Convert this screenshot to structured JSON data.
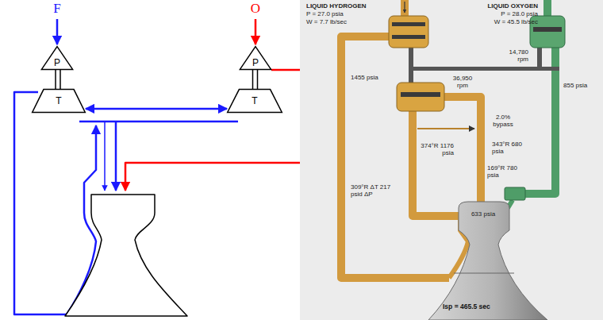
{
  "diagram": {
    "nodes": [
      {
        "text": [
          "P"
        ]
      },
      {
        "text": [
          "P"
        ]
      },
      {
        "text": [
          "T"
        ]
      },
      {
        "text": [
          "T"
        ]
      }
    ],
    "edges": [
      {
        "from": 0,
        "to": 2,
        "arrow": "none"
      },
      {
        "from": 1,
        "to": 3,
        "arrow": "none"
      },
      {
        "from": 2,
        "to": 3,
        "arrow": "both"
      }
    ],
    "labels": [
      "F",
      "O",
      "LIQUID HYDROGEN",
      "P = 27.0 psia",
      "W = 7.7 lb/sec",
      "LIQUID OXYGEN",
      "P = 28.0 psia",
      "W = 45.5 lb/sec",
      "1455 psia",
      "14,780 rpm",
      "855 psia",
      "36,950 rpm",
      "2.0% bypass",
      "374°R 1176 psia",
      "343°R 680 psia",
      "169°R 780 psia",
      "309°R ΔT 217 psid ΔP",
      "633 psia",
      "Isp = 465.5 sec"
    ]
  }
}
